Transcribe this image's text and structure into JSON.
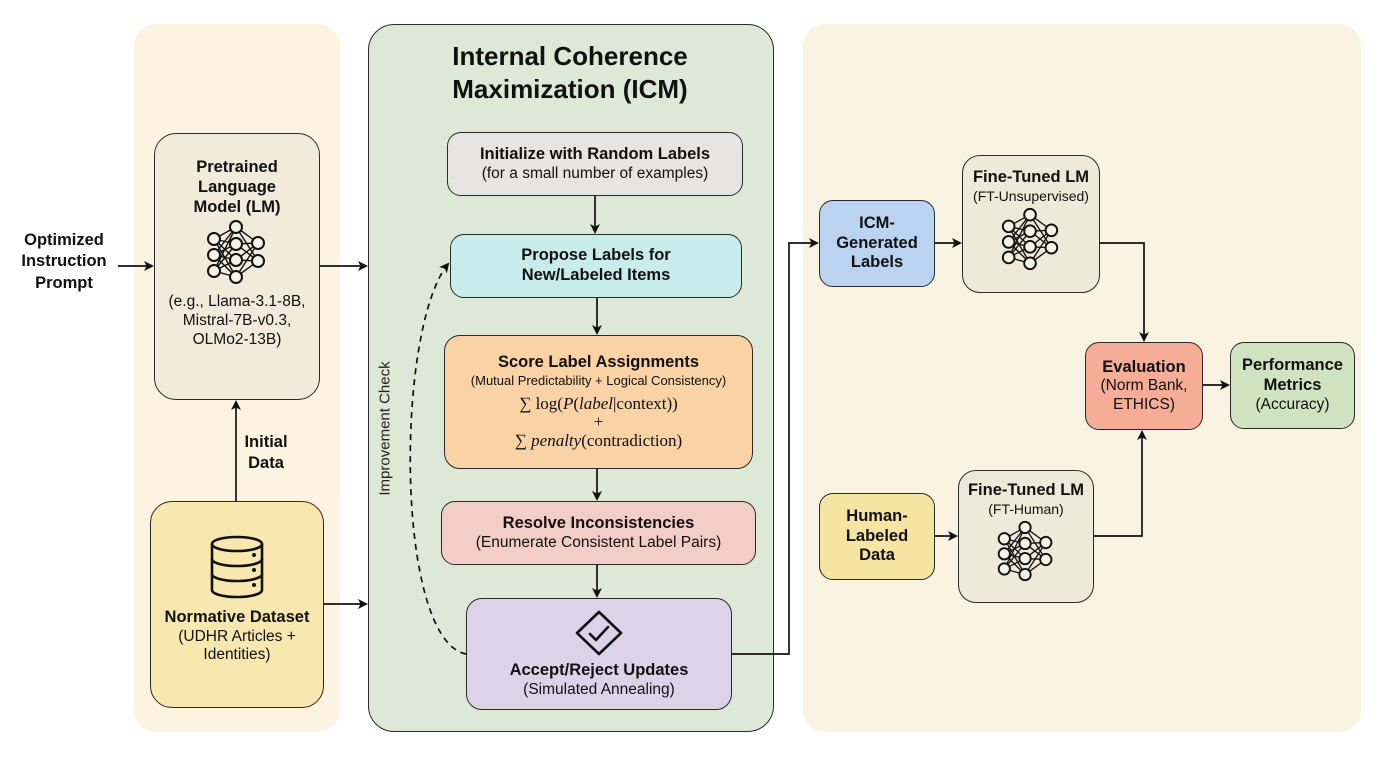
{
  "input_label": [
    "Optimized",
    "Instruction",
    "Prompt"
  ],
  "pretrained_lm": {
    "title": [
      "Pretrained",
      "Language",
      "Model (LM)"
    ],
    "icon": "neural-network-icon",
    "examples": [
      "(e.g., Llama-3.1-8B,",
      "Mistral-7B-v0.3,",
      "OLMo2-13B)"
    ]
  },
  "initial_data_label": [
    "Initial",
    "Data"
  ],
  "normative_dataset": {
    "icon": "database-icon",
    "title": "Normative Dataset",
    "subtitle": [
      "(UDHR Articles +",
      "Identities)"
    ]
  },
  "icm": {
    "title": [
      "Internal Coherence",
      "Maximization (ICM)"
    ],
    "loop_label": "Improvement Check",
    "steps": [
      {
        "title": "Initialize with Random Labels",
        "subtitle": "(for a small number of examples)",
        "color": "#e6e5e3"
      },
      {
        "title": [
          "Propose Labels for",
          "New/Labeled Items"
        ],
        "color": "#c8ecec"
      },
      {
        "title": "Score Label Assignments",
        "subtitle": "(Mutual Predictability + Logical Consistency)",
        "formula": {
          "line1_prefix": "∑ log(",
          "line1_p": "P",
          "line1_open": "(",
          "line1_var": "label",
          "line1_rest": "|context))",
          "plus": "+",
          "line2_prefix": "∑ ",
          "line2_var": "penalty",
          "line2_rest": "(contradiction)"
        },
        "color": "#f9d2a6"
      },
      {
        "title": "Resolve Inconsistencies",
        "subtitle": "(Enumerate Consistent Label Pairs)",
        "color": "#f3cdc7"
      },
      {
        "title": "Accept/Reject Updates",
        "subtitle": "(Simulated Annealing)",
        "icon": "diamond-check-icon",
        "color": "#ddd3e8"
      }
    ]
  },
  "icm_generated_labels": {
    "title": [
      "ICM-",
      "Generated",
      "Labels"
    ],
    "color": "#b9d3f0"
  },
  "ft_unsupervised": {
    "title": "Fine-Tuned LM",
    "subtitle": "(FT-Unsupervised)",
    "icon": "neural-network-icon"
  },
  "human_labeled_data": {
    "title": [
      "Human-",
      "Labeled",
      "Data"
    ],
    "color": "#f6e4a2"
  },
  "ft_human": {
    "title": "Fine-Tuned LM",
    "subtitle": "(FT-Human)",
    "icon": "neural-network-icon"
  },
  "evaluation": {
    "title": "Evaluation",
    "subtitle": [
      "(Norm Bank,",
      "ETHICS)"
    ],
    "color": "#f5ad98"
  },
  "performance": {
    "title": [
      "Performance",
      "Metrics"
    ],
    "subtitle": "(Accuracy)",
    "color": "#cfe3c1"
  }
}
